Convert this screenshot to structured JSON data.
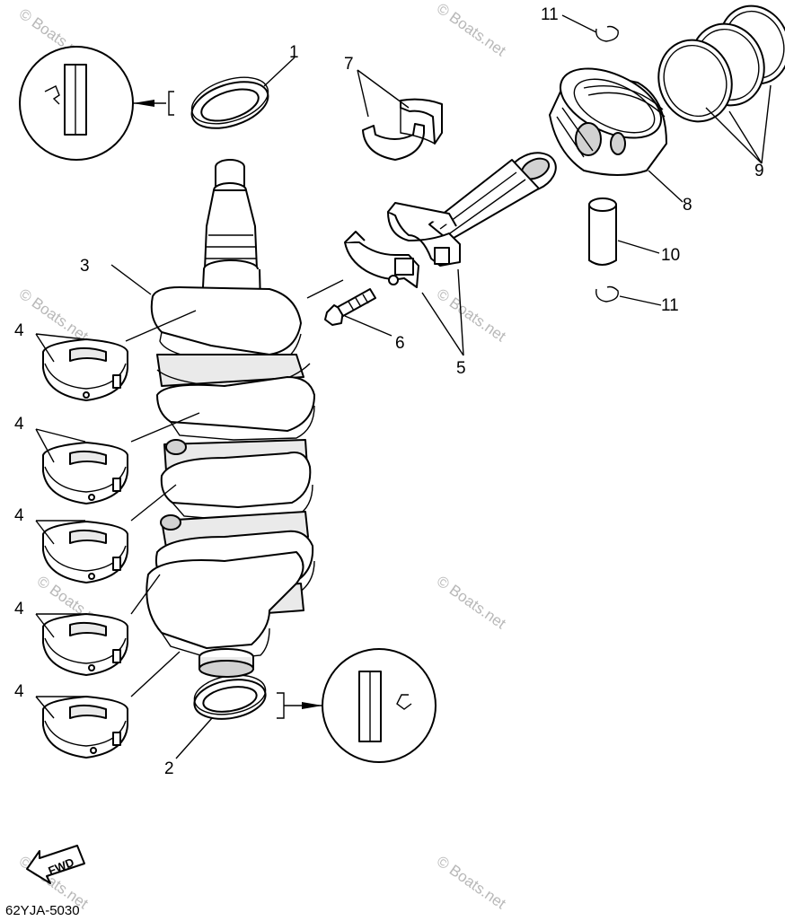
{
  "diagram": {
    "drawing_code": "62YJA-5030",
    "fwd_label": "FWD",
    "watermark": "© Boats.net",
    "callouts": {
      "c1": "1",
      "c2": "2",
      "c3": "3",
      "c4a": "4",
      "c4b": "4",
      "c4c": "4",
      "c4d": "4",
      "c4e": "4",
      "c5": "5",
      "c6": "6",
      "c7": "7",
      "c8": "8",
      "c9": "9",
      "c10": "10",
      "c11a": "11",
      "c11b": "11"
    }
  }
}
